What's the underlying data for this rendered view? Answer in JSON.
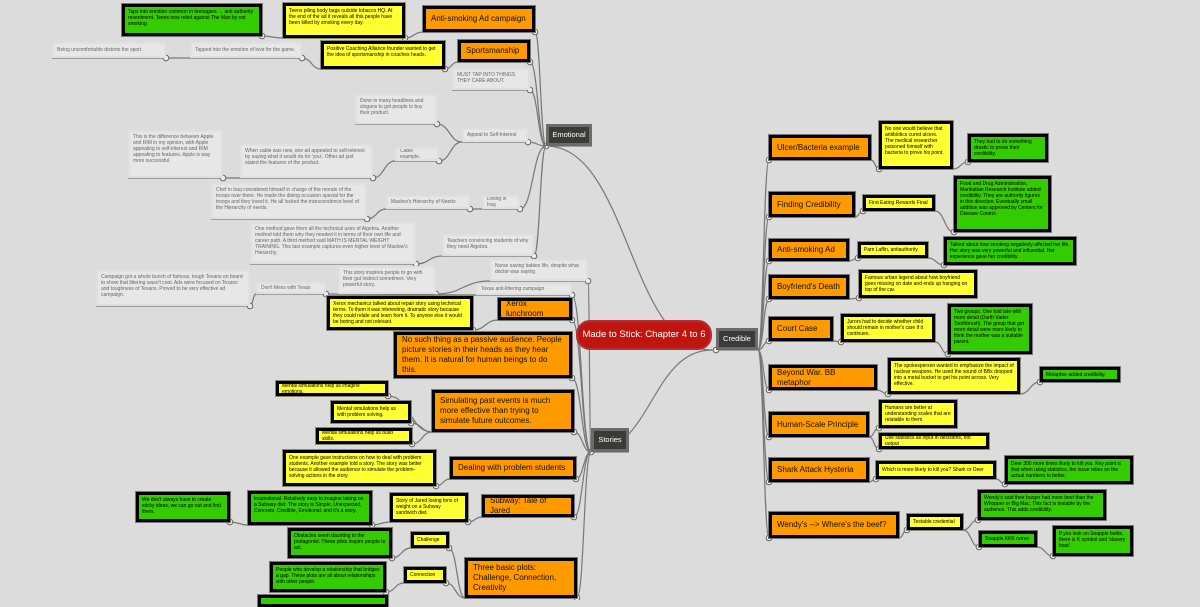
{
  "colors": {
    "background": "#dcdcdc",
    "central": "#c0140f",
    "topic": "#ff9900",
    "note_yellow": "#ffff33",
    "note_green": "#33cc00",
    "branch": "#3a3b38",
    "wire": "#777777"
  },
  "central": "Made to Stick: Chapter 4 to 6",
  "branches": {
    "emotional": "Emotional",
    "stories": "Stories",
    "credible": "Credible"
  },
  "nodes": {
    "e1": "Taps into emotion common in teenagers → anti authority resentment. Teens now rebel against The Man by not smoking",
    "e2": "Teens piling body bags outside tobacco HQ. At the end of the ad it reveals all this people have been killed by smoking every day.",
    "e3": "Anti-smoking Ad campaign",
    "e4": "Being uncomfortable distorts the sport.",
    "e5": "Tapped into the emotion of love for the game.",
    "e6": "Positive Coaching Alliance founder wanted to get the idea of sportsmanship in coaches heads.",
    "e7": "Sportsmanship",
    "e8": "MUST TAP INTO THINGS THEY CARE ABOUT.",
    "e9": "Done in many headlines and slogans to get people to buy their product.",
    "e10": "Appeal to Self-Interest",
    "e11": "This is the difference between Apple and RIM in my opinion, with Apple appealing to self-interest and RIM appealing to features. Apple is way more successful.",
    "e12": "When cable was new, one ad appealed to self-interest by saying what it would do for 'you'. Other ad just stated the features of the product.",
    "e13": "Cable example.",
    "e14": "Chef in Iraq considered himself in charge of the morale of the troops over there. He made the dining occasion special for the troops and they loved it. He all locked the transcendence level of the Hierarchy of needs.",
    "e15": "Maslow's Hierarchy of Needs",
    "e16": "Dining in Iraq",
    "e17": "One method gave them all the technical uses of Algebra. Another method told them why they needed it in terms of their own life and career path. A third method said MATH IS MENTAL WEIGHT TRAINING. This last example captures even higher level of Maslow's Hierarchy.",
    "e18": "Teachers convincing students of why they need Algebra",
    "e19": "This story inspires people to go with their gut instinct sometimes. Very powerful story.",
    "e20": "Nurse saving babies life, despite what doctor was saying",
    "e21": "Campaign got a whole bunch of famous, tough Texans on board to show that littering wasn't cool. Ads were focused on Texans and toughness of Texans. Proved to be very effective ad campaign.",
    "e22": "Don't Mess with Texas",
    "e23": "Texas anti-littering campaign",
    "s1": "Xerox mechanics talked about repair story using technical terms. To them it was interesting, dramatic story because they could relate and learn from it. To anyone else it would be boring and not relevant.",
    "s2": "Xerox lunchroom",
    "s3": "No such thing as a passive audience. People picture stories in their heads as they hear them. It is natural for human beings to do this.",
    "s4": "Mental simulations help us imagine emotions.",
    "s5": "Mental simulations help us with problem solving.",
    "s6": "Mental simulations help us build skills.",
    "s7": "Simulating past events is much more effective than trying to simulate future outcomes.",
    "s8": "One example gave instructions on how to deal with problem students. Another example told a story. The story was better because it allowed the audience to simulate the problem-solving actions in the story.",
    "s9": "Dealing with problem students",
    "s10": "We don't always have to create sticky ideas, we can go out and find them.",
    "s11": "Inspirational. Relatively easy to imagine taking on a Subway diet. The story is Simple, Unexpected, Concrete, Credible, Emotional, and it's a story.",
    "s12": "Story of Jared losing tons of weight on a Subway sandwich diet.",
    "s13": "Subway: Tale of Jared",
    "s14": "Obstacles seem daunting to the protagonist. These plots inspire people to act.",
    "s15": "Challenge",
    "s16": "People who develop a relationship that bridges a gap. These plots are all about relationships with other people.",
    "s17": "Connection",
    "s18": "Three basic plots: Challenge, Connection, Creativity",
    "c1": "Ulcer/Bacteria example",
    "c2": "No one would believe that antibiotics cured ulcers. The medical researcher poisoned himself with bacteria to prove his point.",
    "c3": "They had to do something drastic to prove their credibility.",
    "c4": "Finding Credibility",
    "c5": "First Eating Rewards Final",
    "c6": "Food and Drug Administration, Manhattan Research Institute added credibility. They are authority figures in this direction. Eventually small addition was approved by Centers for Disease Control.",
    "c7": "Anti-smoking Ad",
    "c8": "Pam Laffin, antiauthority",
    "c9": "Talked about how smoking negatively affected her life. Her story was very powerful and influential. Her experience gave her credibility.",
    "c10": "Boyfriend's Death",
    "c11": "Famous urban legend about how boyfriend goes missing on date and ends up hanging on top of the car.",
    "c12": "Court Case",
    "c13": "Jurors had to decide whether child should remain in mother's care if it continues.",
    "c14": "Two groups. One told tale with more detail (Darth Vader Toothbrush). The group that got more detail were more likely to think the mother was a suitable parent.",
    "c15": "Beyond War. BB metaphor",
    "c16": "The spokesperson wanted to emphasize the impact of nuclear weapons. He used the sound of BBs dropped into a metal bucket to get his point across. Very effective.",
    "c17": "Metaphor added credibility.",
    "c18": "Human-Scale Principle",
    "c19": "Humans are better at understanding scales that are relatable to them",
    "c20": "Use statistics as input in decisions, not output",
    "c21": "Shark Attack Hysteria",
    "c22": "Which is more likely to kill you? Shark or Deer",
    "c23": "Deer 300 more times likely to kill you. Key point is that when using statistics, the issue relies on the actual numbers to better.",
    "c24": "Wendy's --> Where's the beef?",
    "c25": "Testable credential",
    "c26": "Wendy's said their burger had more beef than the Whopper or Big Mac. This fact is testable by the audience. This adds credibility.",
    "c27": "Snapple KKK rumor",
    "c28": "If you look on Snapple bottle, there is K symbol and 'slavery boat'."
  }
}
